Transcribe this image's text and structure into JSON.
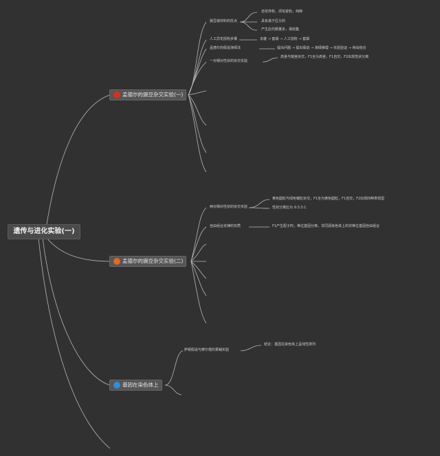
{
  "root": {
    "label": "遗传与进化实验(一)"
  },
  "branches": [
    {
      "label": "孟德尔的豌豆杂交实验(一)",
      "color": "#d9301e",
      "topics": [
        {
          "label": "豌豆做材料的优点",
          "details": [
            "自花传粉、闭花受粉，纯种",
            "具有易于区分的",
            "产生后代数量多，易收集"
          ]
        },
        {
          "label": "人工异花授粉步骤",
          "details": [
            "去雄 → 套袋 → 人工授粉 → 套袋"
          ]
        },
        {
          "label": "孟德尔的假说演绎法",
          "details": [
            "提出问题 → 提出假说 → 演绎推理 → 实验验证 → 得出结论"
          ]
        },
        {
          "label": "一对相对性状的杂交实验",
          "details": [
            "高茎与矮茎杂交，F1全为高茎，F1自交，F2出现性状分离"
          ]
        }
      ]
    },
    {
      "label": "孟德尔的豌豆杂交实验(二)",
      "color": "#e06a1e",
      "topics": [
        {
          "label": "两对相对性状的杂交实验",
          "details": [
            "黄色圆粒与绿色皱粒杂交，F1全为黄色圆粒，F1自交，F2出现四种表现型",
            "性状分离比为 9:3:3:1"
          ]
        },
        {
          "label": "自由组合定律的实质",
          "details": [
            "F1产生配子时，等位基因分离，非同源染色体上的非等位基因自由组合"
          ]
        }
      ]
    },
    {
      "label": "基因在染色体上",
      "color": "#2e8fd6",
      "topics": [
        {
          "label": "萨顿假说与摩尔根的果蝇实验",
          "details": [
            "结论：基因在染色体上呈线性排列"
          ]
        }
      ]
    }
  ]
}
